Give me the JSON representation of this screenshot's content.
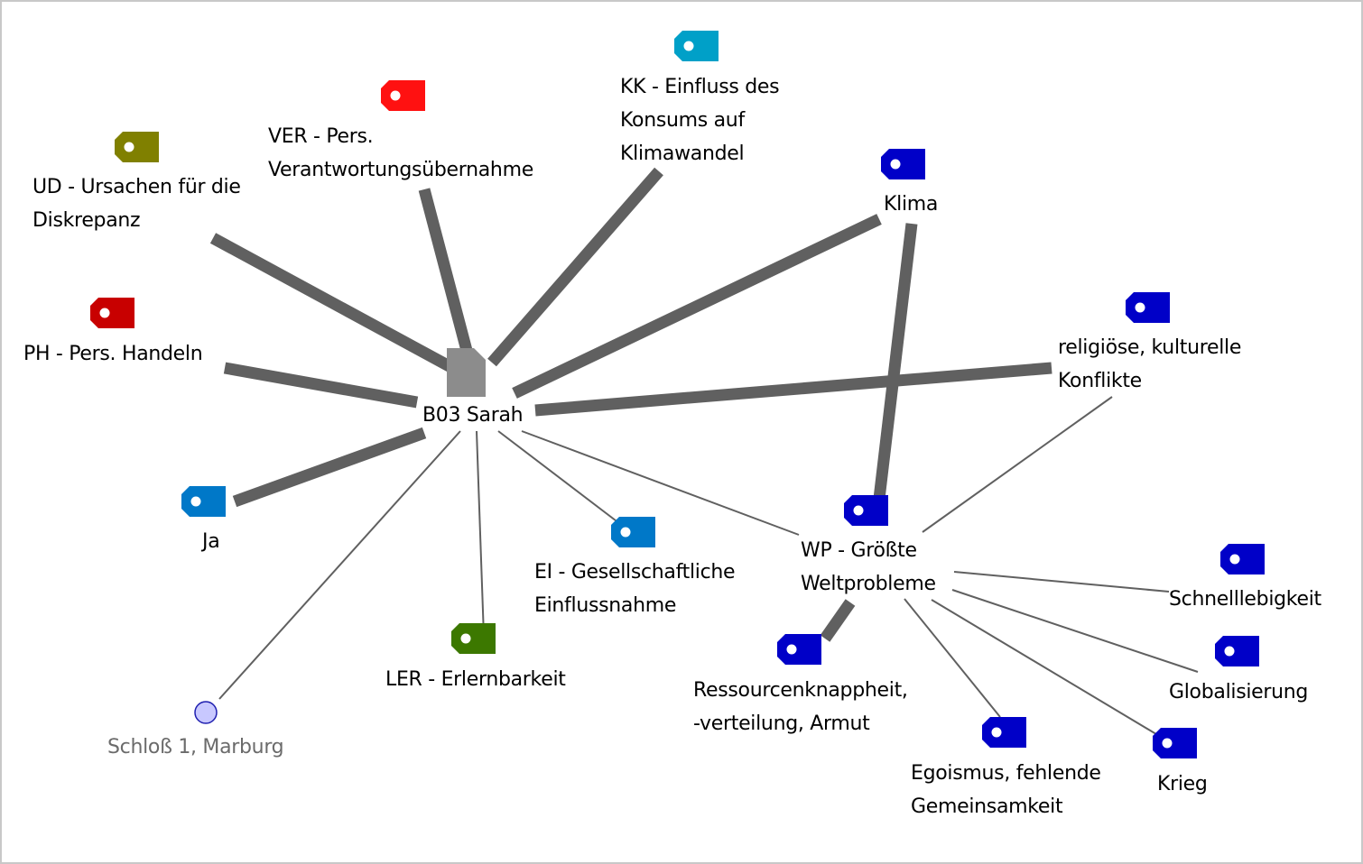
{
  "center": {
    "id": "b03",
    "label": "B03 Sarah",
    "icon": "document-icon",
    "color": "#8c8c8c"
  },
  "colors": {
    "edge": "#606060",
    "background": "#ffffff",
    "border": "#c8c8c8"
  },
  "nodes": [
    {
      "id": "ud",
      "label": "UD - Ursachen für die\nDiskrepanz",
      "icon": "tag-icon",
      "color": "#808000"
    },
    {
      "id": "ver",
      "label": "VER - Pers.\nVerantwortungsübernahme",
      "icon": "tag-icon",
      "color": "#ff1111"
    },
    {
      "id": "kk",
      "label": "KK - Einfluss des\nKonsums auf\nKlimawandel",
      "icon": "tag-icon",
      "color": "#00a0c8"
    },
    {
      "id": "klima",
      "label": "Klima",
      "icon": "tag-icon",
      "color": "#0000c8"
    },
    {
      "id": "rel",
      "label": "religiöse, kulturelle\nKonflikte",
      "icon": "tag-icon",
      "color": "#0000c8"
    },
    {
      "id": "ph",
      "label": "PH - Pers. Handeln",
      "icon": "tag-icon",
      "color": "#c80000"
    },
    {
      "id": "ja",
      "label": "Ja",
      "icon": "tag-icon",
      "color": "#0078c8"
    },
    {
      "id": "ei",
      "label": "EI - Gesellschaftliche\nEinflussnahme",
      "icon": "tag-icon",
      "color": "#0078c8"
    },
    {
      "id": "ler",
      "label": "LER - Erlernbarkeit",
      "icon": "tag-icon",
      "color": "#3c7800"
    },
    {
      "id": "wp",
      "label": "WP - Größte\nWeltprobleme",
      "icon": "tag-icon",
      "color": "#0000c8"
    },
    {
      "id": "schnell",
      "label": "Schnelllebigkeit",
      "icon": "tag-icon",
      "color": "#0000c8"
    },
    {
      "id": "glob",
      "label": "Globalisierung",
      "icon": "tag-icon",
      "color": "#0000c8"
    },
    {
      "id": "krieg",
      "label": "Krieg",
      "icon": "tag-icon",
      "color": "#0000c8"
    },
    {
      "id": "ress",
      "label": "Ressourcenknappheit,\n-verteilung, Armut",
      "icon": "tag-icon",
      "color": "#0000c8"
    },
    {
      "id": "ego",
      "label": "Egoismus, fehlende\nGemeinsamkeit",
      "icon": "tag-icon",
      "color": "#0000c8"
    },
    {
      "id": "schloss",
      "label": "Schloß 1, Marburg",
      "icon": "location-circle-icon",
      "color": "#c8c8ff"
    }
  ],
  "edges": [
    {
      "from": "b03",
      "to": "ud",
      "weight": "thick"
    },
    {
      "from": "b03",
      "to": "ver",
      "weight": "thick"
    },
    {
      "from": "b03",
      "to": "kk",
      "weight": "thick"
    },
    {
      "from": "b03",
      "to": "klima",
      "weight": "thick"
    },
    {
      "from": "b03",
      "to": "rel",
      "weight": "thick"
    },
    {
      "from": "b03",
      "to": "ph",
      "weight": "thick"
    },
    {
      "from": "b03",
      "to": "ja",
      "weight": "thick"
    },
    {
      "from": "b03",
      "to": "ei",
      "weight": "thin"
    },
    {
      "from": "b03",
      "to": "ler",
      "weight": "thin"
    },
    {
      "from": "b03",
      "to": "schloss",
      "weight": "thin"
    },
    {
      "from": "b03",
      "to": "wp",
      "weight": "thin"
    },
    {
      "from": "klima",
      "to": "wp",
      "weight": "thick"
    },
    {
      "from": "rel",
      "to": "wp",
      "weight": "thin"
    },
    {
      "from": "wp",
      "to": "ress",
      "weight": "thick"
    },
    {
      "from": "wp",
      "to": "schnell",
      "weight": "thin"
    },
    {
      "from": "wp",
      "to": "glob",
      "weight": "thin"
    },
    {
      "from": "wp",
      "to": "krieg",
      "weight": "thin"
    },
    {
      "from": "wp",
      "to": "ego",
      "weight": "thin"
    }
  ]
}
